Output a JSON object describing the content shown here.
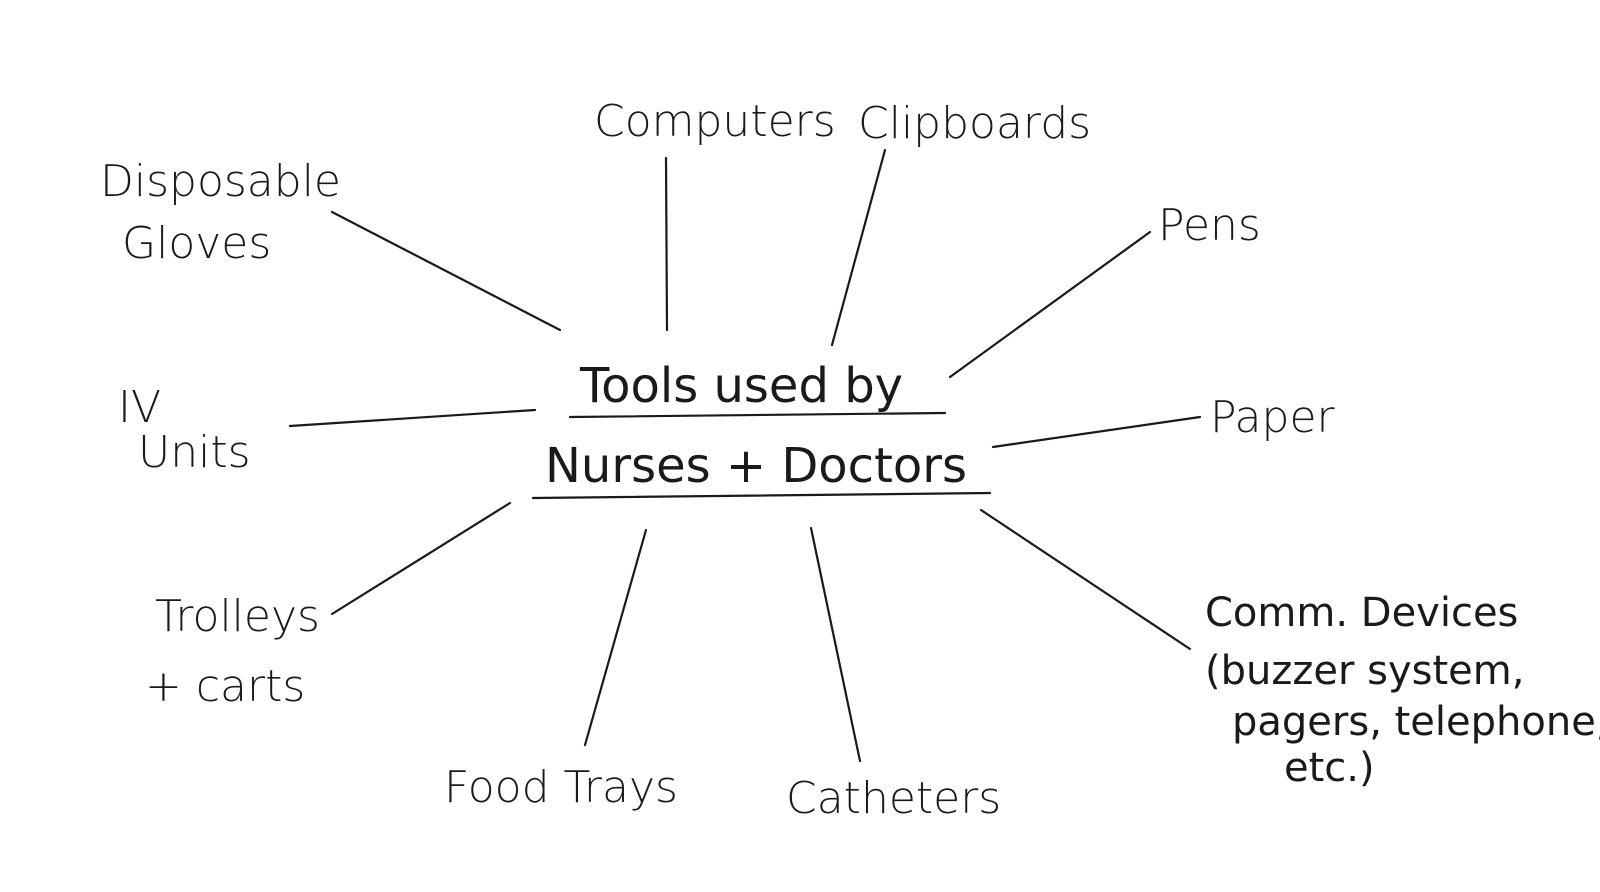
{
  "center": {
    "line1": "Tools used by",
    "line2": "Nurses + Doctors"
  },
  "nodes": {
    "computers": "Computers",
    "clipboards": "Clipboards",
    "disposable_gloves_1": "Disposable",
    "disposable_gloves_2": "Gloves",
    "pens": "Pens",
    "iv_units_1": "IV",
    "iv_units_2": "Units",
    "paper": "Paper",
    "trolleys_1": "Trolleys",
    "trolleys_2": "+ carts",
    "comm_1": "Comm. Devices",
    "comm_2": "(buzzer system,",
    "comm_3": "pagers, telephone,",
    "comm_4": "etc.)",
    "food_trays": "Food Trays",
    "catheters": "Catheters"
  }
}
